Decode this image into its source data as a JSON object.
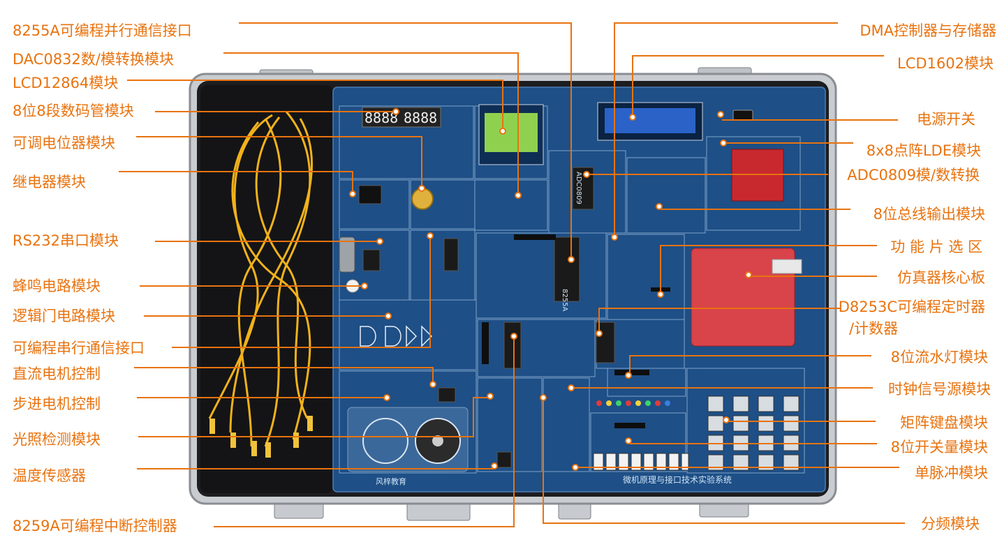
{
  "colors": {
    "callout": "#e8730f",
    "case": "#2a2a2a",
    "panel": "#1e4f86",
    "wire": "#f1b21b",
    "lcd_green": "#8fd14f",
    "lcd_blue": "#2a62c8",
    "core_board": "#d9434a"
  },
  "board": {
    "system_title": "微机原理与接口技术实验系统",
    "brand": "风梓教育",
    "chip_8255": "8255A",
    "chip_adc": "ADC0809"
  },
  "left_labels": [
    {
      "id": "8255a",
      "text": "8255A可编程并行通信接口"
    },
    {
      "id": "dac0832",
      "text": "DAC0832数/模转换模块"
    },
    {
      "id": "lcd12864",
      "text": "LCD12864模块"
    },
    {
      "id": "seg",
      "text": "8位8段数码管模块"
    },
    {
      "id": "pot",
      "text": "可调电位器模块"
    },
    {
      "id": "relay",
      "text": "继电器模块"
    },
    {
      "id": "rs232",
      "text": "RS232串口模块"
    },
    {
      "id": "buzzer",
      "text": "蜂鸣电路模块"
    },
    {
      "id": "logic",
      "text": "逻辑门电路模块"
    },
    {
      "id": "serial",
      "text": "可编程串行通信接口"
    },
    {
      "id": "dcmotor",
      "text": "直流电机控制"
    },
    {
      "id": "stepper",
      "text": "步进电机控制"
    },
    {
      "id": "light",
      "text": "光照检测模块"
    },
    {
      "id": "temp",
      "text": "温度传感器"
    },
    {
      "id": "8259a",
      "text": "8259A可编程中断控制器"
    }
  ],
  "right_labels": [
    {
      "id": "dma",
      "text": "DMA控制器与存储器"
    },
    {
      "id": "lcd1602",
      "text": "LCD1602模块"
    },
    {
      "id": "power",
      "text": "电源开关"
    },
    {
      "id": "dotmatrix",
      "text": "8x8点阵LDE模块"
    },
    {
      "id": "adc0809",
      "text": "ADC0809模/数转换"
    },
    {
      "id": "bus",
      "text": "8位总线输出模块"
    },
    {
      "id": "chipsel",
      "text": "功 能 片 选 区"
    },
    {
      "id": "emu",
      "text": "仿真器核心板"
    },
    {
      "id": "d8253_a",
      "text": "D8253C可编程定时器"
    },
    {
      "id": "d8253_b",
      "text": "/计数器"
    },
    {
      "id": "flow",
      "text": "8位流水灯模块"
    },
    {
      "id": "clock",
      "text": "时钟信号源模块"
    },
    {
      "id": "keypad",
      "text": "矩阵键盘模块"
    },
    {
      "id": "switch",
      "text": "8位开关量模块"
    },
    {
      "id": "pulse",
      "text": "单脉冲模块"
    },
    {
      "id": "divider",
      "text": "分频模块"
    }
  ]
}
